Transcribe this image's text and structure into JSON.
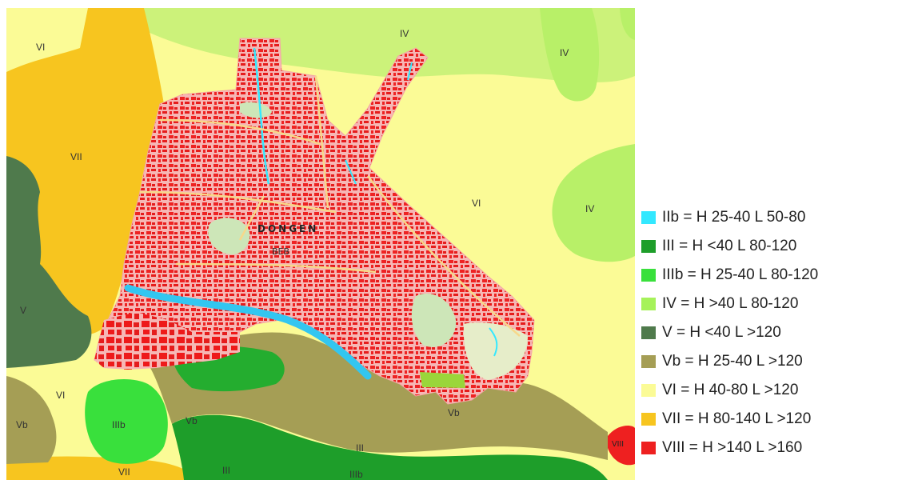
{
  "map": {
    "town_name": "DONGEN",
    "town_sub": "BEB",
    "zone_labels": {
      "vi_tl": "VI",
      "iv_top": "IV",
      "iv_tr": "IV",
      "vii_left": "VII",
      "vi_mid": "VI",
      "iv_right": "IV",
      "v_left": "V",
      "vi_bl": "VI",
      "vb_bl": "Vb",
      "iiib": "IIIb",
      "vb_mid": "Vb",
      "vb_right": "Vb",
      "iii_mid": "III",
      "iii_bottom": "III",
      "iiib_bottom": "IIIb",
      "vii_bottom": "VII",
      "viii": "VIII"
    }
  },
  "legend": [
    {
      "color": "#33e8ff",
      "text": "IIb =  H 25-40  L 50-80"
    },
    {
      "color": "#1e9e2a",
      "text": "III =  H <40  L 80-120"
    },
    {
      "color": "#39e03c",
      "text": "IIIb =  H 25-40  L 80-120"
    },
    {
      "color": "#a6f25a",
      "text": "IV =   H >40  L 80-120"
    },
    {
      "color": "#4f7a4c",
      "text": "V =  H <40  L >120"
    },
    {
      "color": "#a59e55",
      "text": "Vb =  H 25-40  L >120"
    },
    {
      "color": "#fbfb96",
      "text": "VI =  H 40-80  L >120"
    },
    {
      "color": "#f7c51f",
      "text": "VII =  H 80-140  L >120"
    },
    {
      "color": "#ee2020",
      "text": "VIII =  H >140  L >160"
    }
  ]
}
